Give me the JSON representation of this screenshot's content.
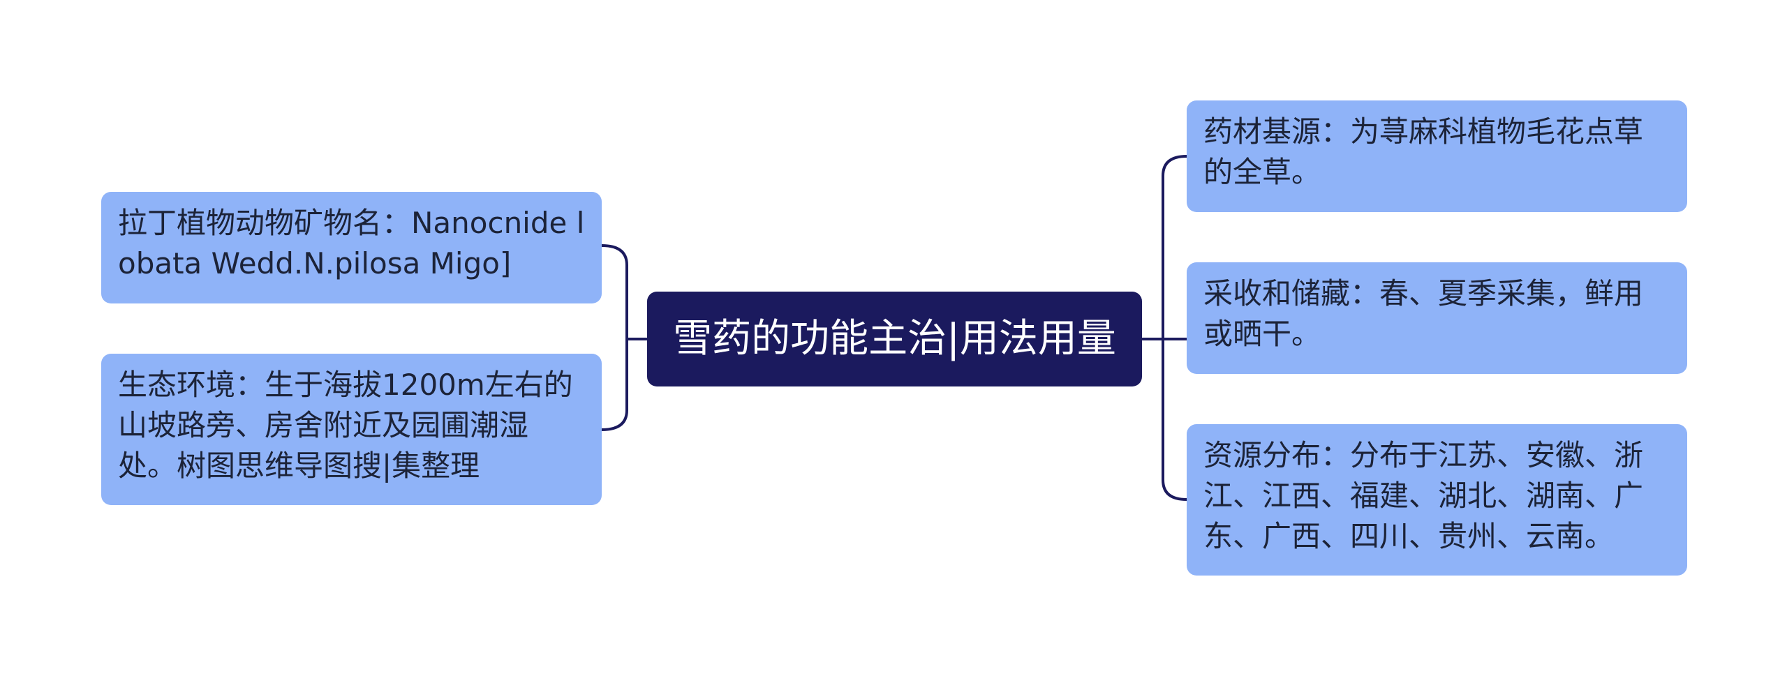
{
  "root": {
    "label": "雪药的功能主治|用法用量"
  },
  "left_branches": [
    {
      "label": "拉丁植物动物矿物名：Nanocnide lobata Wedd.N.pilosa Migo]"
    },
    {
      "label": "生态环境：生于海拔1200m左右的山坡路旁、房舍附近及园圃潮湿处。树图思维导图搜|集整理"
    }
  ],
  "right_branches": [
    {
      "label": "药材基源：为荨麻科植物毛花点草的全草。"
    },
    {
      "label": "采收和储藏：春、夏季采集，鲜用或晒干。"
    },
    {
      "label": "资源分布：分布于江苏、安徽、浙江、江西、福建、湖北、湖南、广东、广西、四川、贵州、云南。"
    }
  ],
  "colors": {
    "root_bg": "#1b1a5e",
    "node_bg": "#8fb3f8",
    "connector": "#1b1a5e"
  }
}
